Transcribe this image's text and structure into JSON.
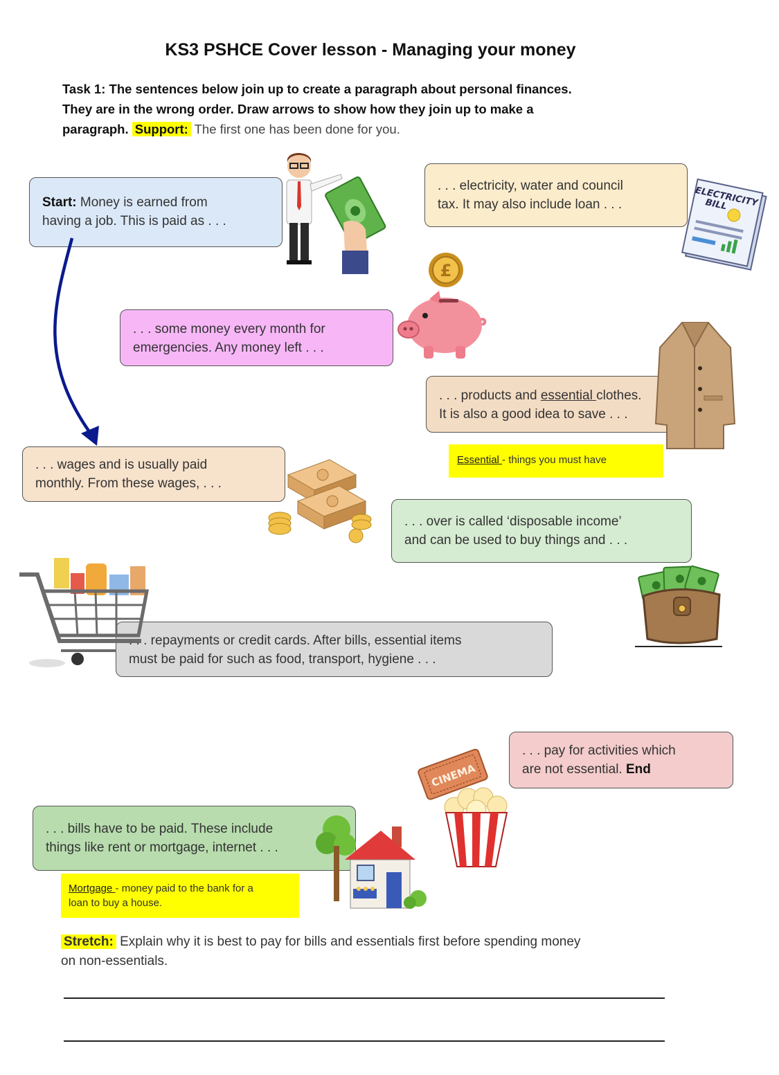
{
  "title": "KS3 PSHCE Cover lesson - Managing your money",
  "task": {
    "line1": "Task 1:  The sentences below join up to create a paragraph about personal finances.",
    "line2": "They are in the wrong order.  Draw arrows to show how they join up to make a",
    "line3": "paragraph.",
    "support_label": "Support:",
    "support_text": "The first one has been done for you."
  },
  "boxes": {
    "start": {
      "label": "Start:",
      "line1": " Money is earned from",
      "line2": "having a job.  This is paid as . . ."
    },
    "electricity": {
      "line1": ". . . electricity, water and council",
      "line2": "tax.  It may also include loan . . ."
    },
    "savings": {
      "line1": ". . . some money every month for",
      "line2": "emergencies.  Any money left . . ."
    },
    "products": {
      "line1a": ". . . products and ",
      "line1u": "essential ",
      "line1b": "clothes.",
      "line2": "It is also a good idea to save . . ."
    },
    "wages": {
      "line1": ". . . wages and is usually paid",
      "line2": "monthly.  From these wages, . . ."
    },
    "disposable": {
      "line1": ". . . over is called ‘disposable income’",
      "line2": "and can be used to buy things and . . ."
    },
    "repayments": {
      "line1": ". . . repayments or credit cards.  After bills, essential items",
      "line2": "must be paid for such as food, transport, hygiene . . ."
    },
    "activities": {
      "line1": ". . . pay for activities which",
      "line2a": "are not essential.  ",
      "end_label": "End"
    },
    "bills": {
      "line1": ". . . bills have to be paid.  These include",
      "line2": "things like rent or mortgage, internet . . ."
    }
  },
  "definitions": {
    "essential": {
      "term": "Essential ",
      "text": "- things you must have"
    },
    "mortgage": {
      "term": "Mortgage ",
      "text1": "- money paid to the bank for a",
      "text2": "loan to buy a house."
    }
  },
  "images": {
    "electricity_bill_line1": "ELECTRICITY",
    "electricity_bill_line2": "BILL",
    "cinema_ticket": "CINEMA",
    "icons": [
      "businessman-icon",
      "cash-hand-icon",
      "electricity-bill-icon",
      "pound-coin-icon",
      "piggy-bank-icon",
      "coat-icon",
      "money-stack-icon",
      "wallet-icon",
      "shopping-trolley-icon",
      "cinema-ticket-icon",
      "popcorn-icon",
      "house-icon"
    ]
  },
  "stretch": {
    "label": "Stretch:",
    "text": " Explain why it is best to pay for bills  and essentials first before spending money",
    "text2": "on non-essentials."
  },
  "colors": {
    "start": "#dbe8f7",
    "electricity": "#fbeccc",
    "savings": "#f7b7f7",
    "products": "#f3dcc4",
    "wages": "#f7e2cc",
    "disposable": "#d6ecd2",
    "repayments": "#d9d9d9",
    "activities": "#f4cccc",
    "bills": "#b8dcae",
    "highlight": "#ffff00",
    "arrow": "#0a1a8c"
  }
}
